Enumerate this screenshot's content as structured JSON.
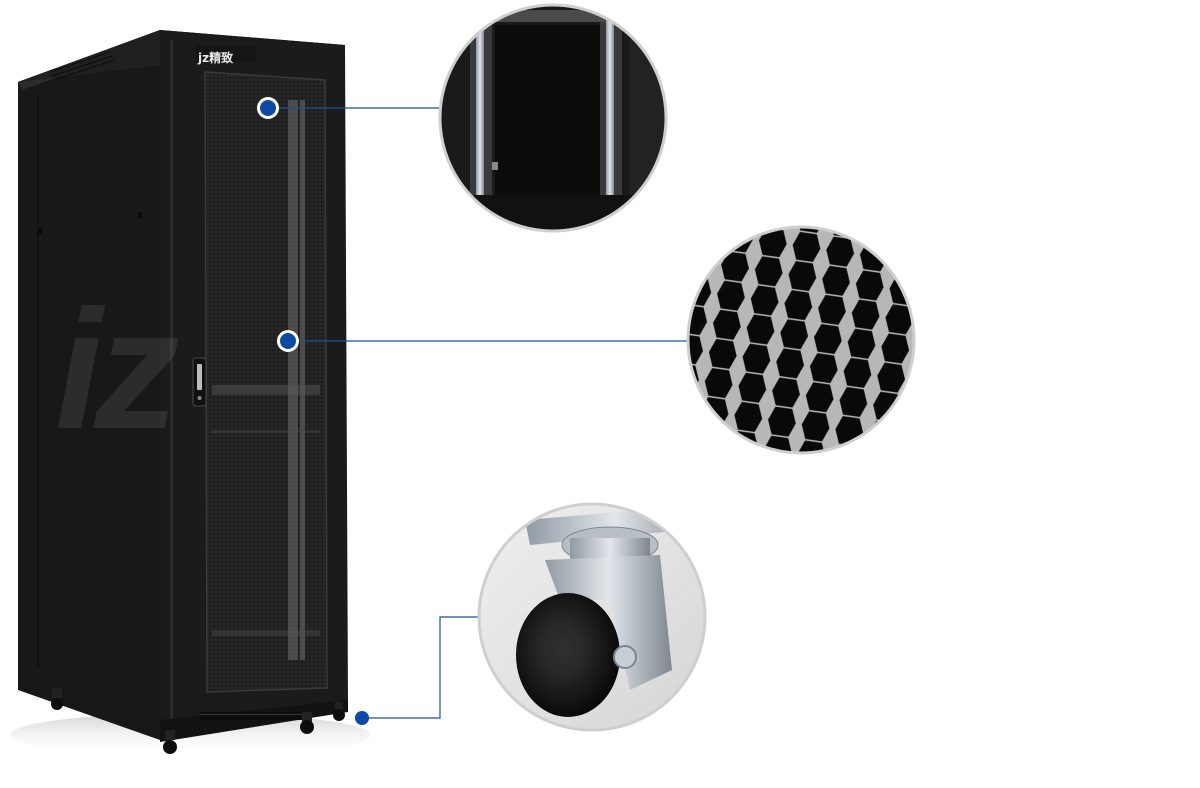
{
  "product": {
    "name": "server-cabinet",
    "brand_logo_text": "jz精致",
    "colors": {
      "cabinet": "#1c1c1c",
      "mesh": "#2a2a2a",
      "accent": "#0d4aa6",
      "callout_line": "#1d4f9a",
      "lens_border": "#cfcfcf"
    }
  },
  "callouts": [
    {
      "id": "mounting-rails",
      "icon": "detail-lens"
    },
    {
      "id": "hex-mesh-door",
      "icon": "detail-lens"
    },
    {
      "id": "caster-wheel",
      "icon": "detail-lens"
    }
  ]
}
